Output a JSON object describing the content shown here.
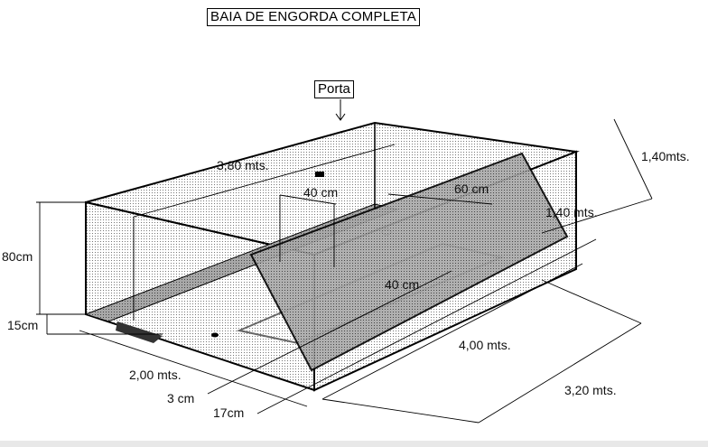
{
  "title": "BAIA DE ENGORDA COMPLETA",
  "door_label": "Porta",
  "dimensions": {
    "length_top": "3,80 mts.",
    "door_offset": "40 cm",
    "feeder_width": "60 cm",
    "inner_width": "1,40 mts.",
    "depth_right": "1,40mts.",
    "height": "80cm",
    "base_height": "15cm",
    "floor_slot": "40 cm",
    "front_width": "2,00 mts.",
    "gap_3": "3 cm",
    "gap_17": "17cm",
    "length_bottom": "4,00 mts.",
    "total_width": "3,20 mts."
  },
  "colors": {
    "line": "#000000",
    "panel": "#8c8c8c",
    "mesh": "#d8d8d8"
  }
}
